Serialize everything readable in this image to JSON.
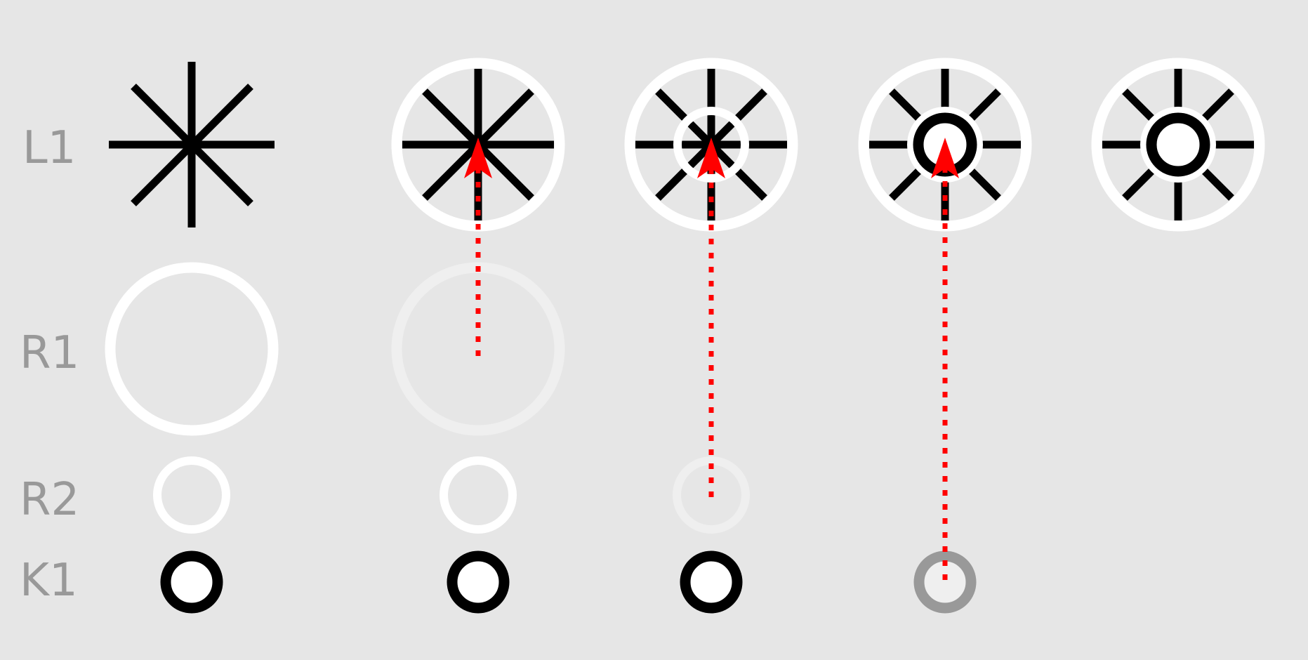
{
  "rows": [
    {
      "id": "L1",
      "label": "L1"
    },
    {
      "id": "R1",
      "label": "R1"
    },
    {
      "id": "R2",
      "label": "R2"
    },
    {
      "id": "K1",
      "label": "K1"
    }
  ],
  "colors": {
    "background": "#e6e6e6",
    "stroke_black": "#000000",
    "stroke_white": "#ffffff",
    "faded_white": "#efefef",
    "faded_gray": "#999999",
    "label": "#999999",
    "arrow_red": "#ff0000"
  }
}
